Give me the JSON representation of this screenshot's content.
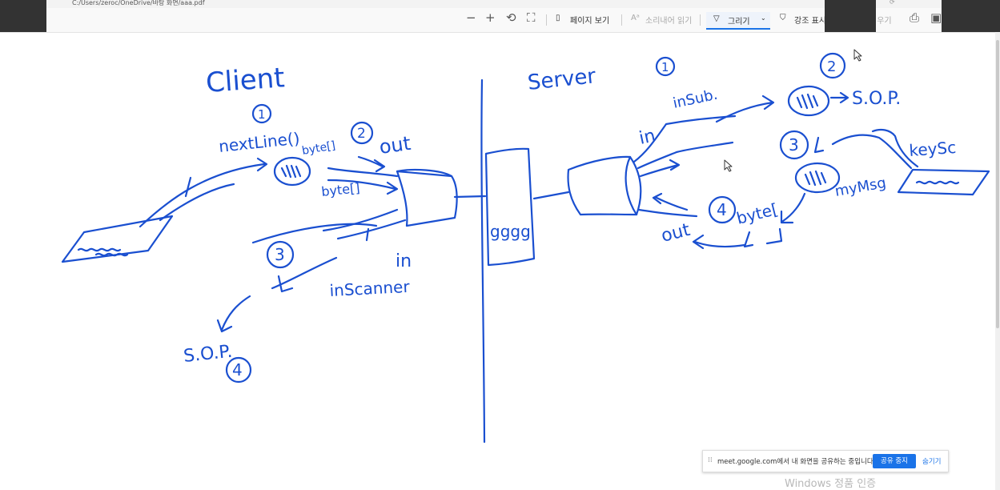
{
  "browser": {
    "url": "C:/Users/zeroc/OneDrive/바탕 화면/aaa.pdf"
  },
  "toolbar": {
    "page_view": "페이지 보기",
    "read_aloud": "소리내어 읽기",
    "draw": "그리기",
    "highlight": "강조 표시",
    "erase": "지우기"
  },
  "drawing": {
    "client_label": "Client",
    "server_label": "Server",
    "nextline": "nextLine()",
    "byte_kr": "byte[]",
    "byte_array_left": "byte[]",
    "out_left": "out",
    "in_left": "in",
    "inscanner": "inScanner",
    "sop_left": "S.O.P.",
    "num1_left": "1",
    "num2_left": "2",
    "num3_left": "3",
    "num4_left": "4",
    "buffer_label": "gggg",
    "in_right": "in",
    "insub": "inSub.",
    "sop_right": "S.O.P.",
    "keysc": "keySc",
    "mymsg": "myMsg",
    "byte_right": "byte[",
    "out_right": "out",
    "num1_right": "1",
    "num2_right": "2",
    "num3_right": "3",
    "num4_right": "4"
  },
  "share_bar": {
    "message": "meet.google.com에서 내 화면을 공유하는 중입니다.",
    "stop_button": "공유 중지",
    "hide_button": "숨기기"
  },
  "watermark": "Windows 정품 인증",
  "colors": {
    "ink": "#1a4fd0",
    "accent": "#1a73e8"
  }
}
